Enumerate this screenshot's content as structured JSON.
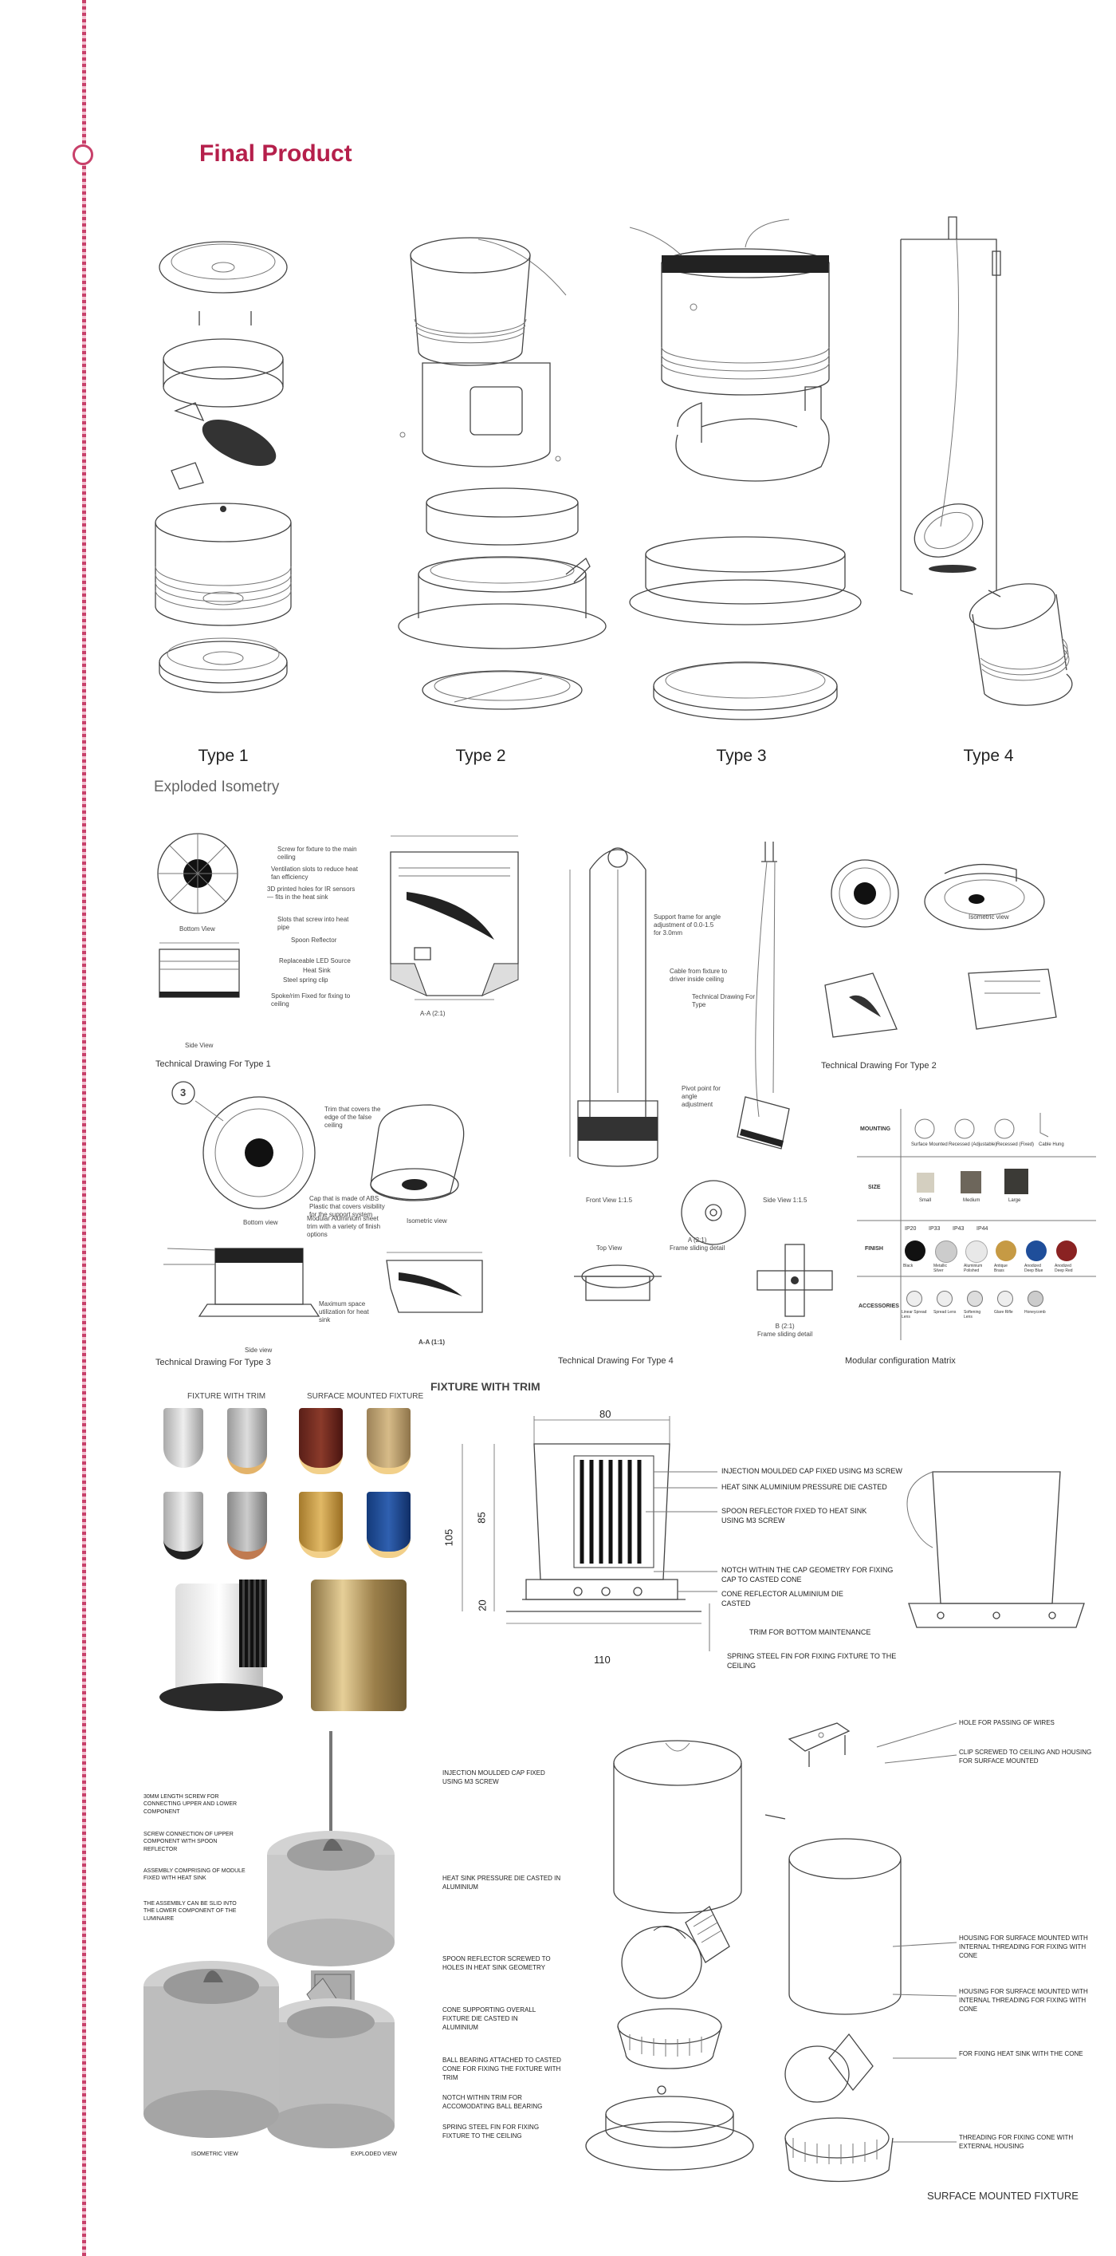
{
  "page_title": "Final Product",
  "types": [
    "Type 1",
    "Type 2",
    "Type 3",
    "Type 4"
  ],
  "section_exploded": "Exploded Isometry",
  "tech": {
    "type1": "Technical Drawing For Type 1",
    "type2": "Technical Drawing For Type 2",
    "type3": "Technical Drawing For Type 3",
    "type4": "Technical Drawing For Type 4",
    "matrix": "Modular configuration Matrix",
    "bottom_view": "Bottom View",
    "side_view": "Side View",
    "aa": "A-A (2:1)",
    "front_view": "Front View 1:1.5",
    "side_view_15": "Side View 1:1.5",
    "top_view": "Top View",
    "frame_a": "A (2:1)\nFrame sliding detail",
    "frame_b": "B (2:1)\nFrame sliding detail",
    "isometric_view": "Isometric view",
    "aa11": "A-A (1:1)",
    "bottom_view_3": "Bottom view",
    "side_view_3": "Side view",
    "circle_num": "3",
    "notes_t1": [
      "Screw for fixture to the main ceiling",
      "Ventilation slots to reduce heat fan efficiency",
      "3D printed holes for IR sensors — fits in the heat sink",
      "Slots that screw into heat pipe",
      "Spoon Reflector",
      "Replaceable LED Source",
      "Heat Sink",
      "Steel spring clip",
      "Spoke/rim Fixed for fixing to ceiling"
    ],
    "notes_t3": [
      "Trim that covers the edge of the false ceiling",
      "Cap that is made of ABS Plastic that covers visibility for the support system",
      "Modular Aluminium sheet trim with a variety of finish options",
      "Maximum space utilization for heat sink"
    ],
    "notes_t4": [
      "Support frame for angle adjustment of 0.0-1.5 for 3.0mm",
      "Cable from fixture to driver inside ceiling",
      "Technical Drawing For Type",
      "Pivot point for angle adjustment"
    ],
    "matrix_rows": [
      "MOUNTING",
      "SIZE",
      "FINISH",
      "ACCESSORIES"
    ],
    "matrix_mount": [
      "Surface Mounted",
      "Recessed (Adjustable)",
      "Recessed (Fixed)",
      "Cable Hung"
    ],
    "matrix_size": [
      "Small",
      "Medium",
      "Large"
    ],
    "matrix_ip": [
      "IP20",
      "IP33",
      "IP43",
      "IP44"
    ],
    "matrix_finish": [
      "Black",
      "Metallic Silver",
      "Aluminium Polished",
      "Antique Brass",
      "Anodized Deep Blue",
      "Anodized Deep Red"
    ],
    "matrix_acc": [
      "Linear Spread Lens",
      "Spread Lens",
      "Softening Lens",
      "Glare Rifle",
      "Honeycomb"
    ]
  },
  "fixture_with_trim_small": "FIXTURE WITH TRIM",
  "surface_mounted_small": "SURFACE MOUNTED FIXTURE",
  "fixture_with_trim_title": "FIXTURE WITH TRIM",
  "dims": {
    "top": "80",
    "h": "105",
    "h2": "85",
    "h3": "20",
    "bottom": "110"
  },
  "trim_labels": [
    "INJECTION MOULDED CAP FIXED USING M3 SCREW",
    "HEAT SINK ALUMINIUM PRESSURE DIE CASTED",
    "SPOON REFLECTOR FIXED TO HEAT SINK USING M3 SCREW",
    "NOTCH WITHIN THE CAP GEOMETRY FOR FIXING CAP TO CASTED CONE",
    "CONE REFLECTOR ALUMINIUM DIE CASTED",
    "TRIM FOR BOTTOM MAINTENANCE",
    "SPRING STEEL FIN FOR FIXING FIXTURE TO THE CEILING"
  ],
  "left_labels": [
    "30mm LENGTH SCREW FOR CONNECTING UPPER AND LOWER COMPONENT",
    "SCREW CONNECTION OF UPPER COMPONENT WITH SPOON REFLECTOR",
    "ASSEMBLY COMPRISING OF MODULE FIXED WITH HEAT SINK",
    "THE ASSEMBLY CAN BE SLID INTO THE LOWER COMPONENT OF THE LUMINAIRE"
  ],
  "iso_caption": "ISOMETRIC VIEW",
  "exploded_caption": "EXPLODED VIEW",
  "center_labels": [
    "INJECTION MOULDED CAP FIXED USING M3 SCREW",
    "HEAT SINK PRESSURE DIE CASTED IN ALUMINIUM",
    "SPOON REFLECTOR SCREWED TO HOLES IN HEAT SINK GEOMETRY",
    "CONE SUPPORTING OVERALL FIXTURE DIE CASTED IN ALUMINIUM",
    "BALL BEARING ATTACHED TO CASTED CONE FOR FIXING THE FIXTURE WITH TRIM",
    "NOTCH WITHIN TRIM FOR ACCOMODATING BALL BEARING",
    "SPRING STEEL FIN FOR FIXING FIXTURE TO THE CEILING"
  ],
  "right_labels": [
    "HOLE FOR PASSING OF WIRES",
    "CLIP SCREWED TO CEILING AND HOUSING FOR SURFACE MOUNTED",
    "HOUSING FOR SURFACE MOUNTED WITH INTERNAL THREADING FOR FIXING WITH CONE",
    "HOUSING FOR SURFACE MOUNTED WITH INTERNAL THREADING FOR FIXING WITH CONE",
    "FOR FIXING HEAT SINK WITH THE CONE",
    "THREADING FOR FIXING CONE WITH EXTERNAL HOUSING"
  ],
  "surface_mounted_title": "SURFACE MOUNTED FIXTURE",
  "colors": {
    "accent": "#b51f4b",
    "rail": "#c8406a",
    "brass": "#c9a86a",
    "deep_red": "#7a2a20",
    "deep_blue": "#1f4e9a",
    "gold": "#c69a44"
  }
}
